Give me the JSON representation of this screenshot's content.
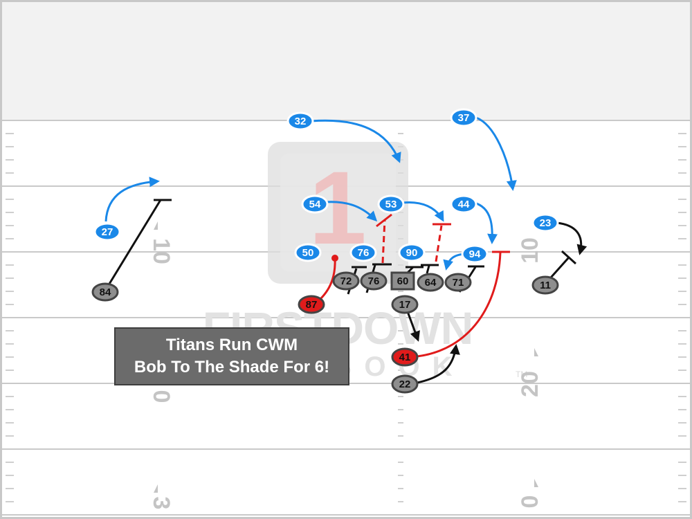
{
  "field": {
    "yard_numbers": [
      {
        "text": "10",
        "side": "left",
        "row": "upper"
      },
      {
        "text": "0",
        "side": "left",
        "row": "middle"
      },
      {
        "text": "3",
        "side": "left",
        "row": "lower"
      },
      {
        "text": "10",
        "side": "right",
        "row": "upper"
      },
      {
        "text": "20",
        "side": "right",
        "row": "middle"
      },
      {
        "text": "0",
        "side": "right",
        "row": "lower"
      }
    ],
    "watermark": {
      "emblem": "1",
      "word_top": "FIRSTDOWN",
      "word_bottom": "PLAYBOOK",
      "trademark": "TM"
    }
  },
  "caption": {
    "line1": "Titans Run CWM",
    "line2": "Bob To The Shade For 6!"
  },
  "colors": {
    "defense": "#1a88e8",
    "offense": "#8e8e8e",
    "ball_carrier": "#e01b1b",
    "block_line": "#111111",
    "defense_route": "#1a88e8",
    "run_path": "#e01b1b"
  },
  "defense": [
    "32",
    "37",
    "54",
    "53",
    "44",
    "27",
    "23",
    "50",
    "76",
    "90",
    "94"
  ],
  "offense": [
    "84",
    "87",
    "72",
    "76",
    "60",
    "64",
    "71",
    "17",
    "41",
    "22",
    "11"
  ],
  "center": "60",
  "ball_carrier": "41",
  "lead_blocker": "87"
}
